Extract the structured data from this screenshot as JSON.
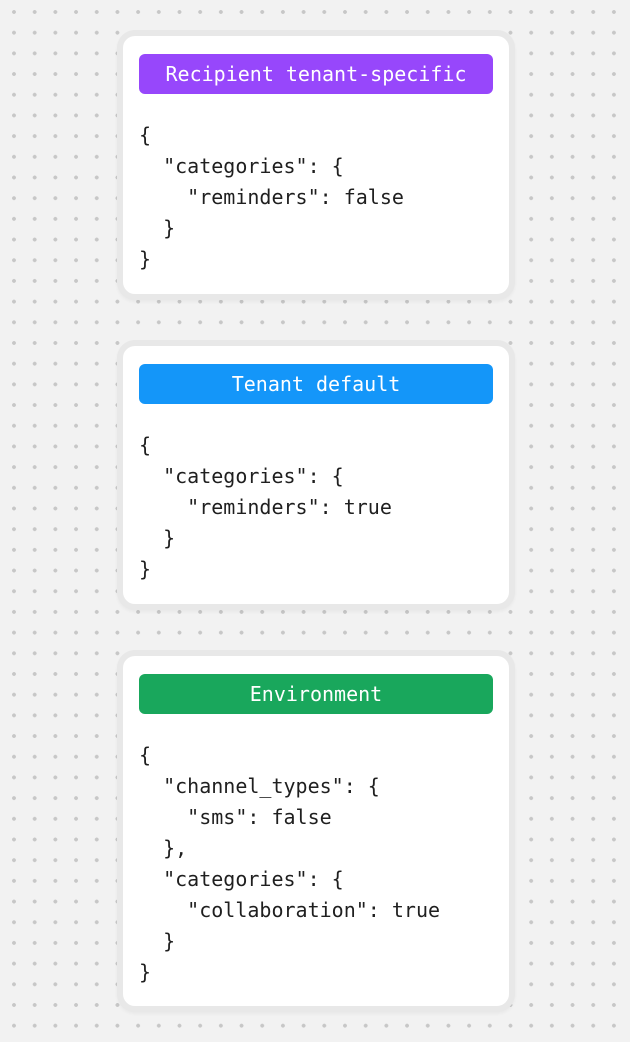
{
  "background": {
    "base_color": "#f2f2f2",
    "dot_color": "#c7c7c7"
  },
  "cards": [
    {
      "id": "recipient-tenant-specific",
      "badge": {
        "label": "Recipient tenant-specific",
        "color": "#9747fb",
        "text_color": "#ffffff"
      },
      "code": "{\n  \"categories\": {\n    \"reminders\": false\n  }\n}"
    },
    {
      "id": "tenant-default",
      "badge": {
        "label": "Tenant default",
        "color": "#1496f9",
        "text_color": "#ffffff"
      },
      "code": "{\n  \"categories\": {\n    \"reminders\": true\n  }\n}"
    },
    {
      "id": "environment",
      "badge": {
        "label": "Environment",
        "color": "#19a75c",
        "text_color": "#ffffff"
      },
      "code": "{\n  \"channel_types\": {\n    \"sms\": false\n  },\n  \"categories\": {\n    \"collaboration\": true\n  }\n}"
    }
  ]
}
